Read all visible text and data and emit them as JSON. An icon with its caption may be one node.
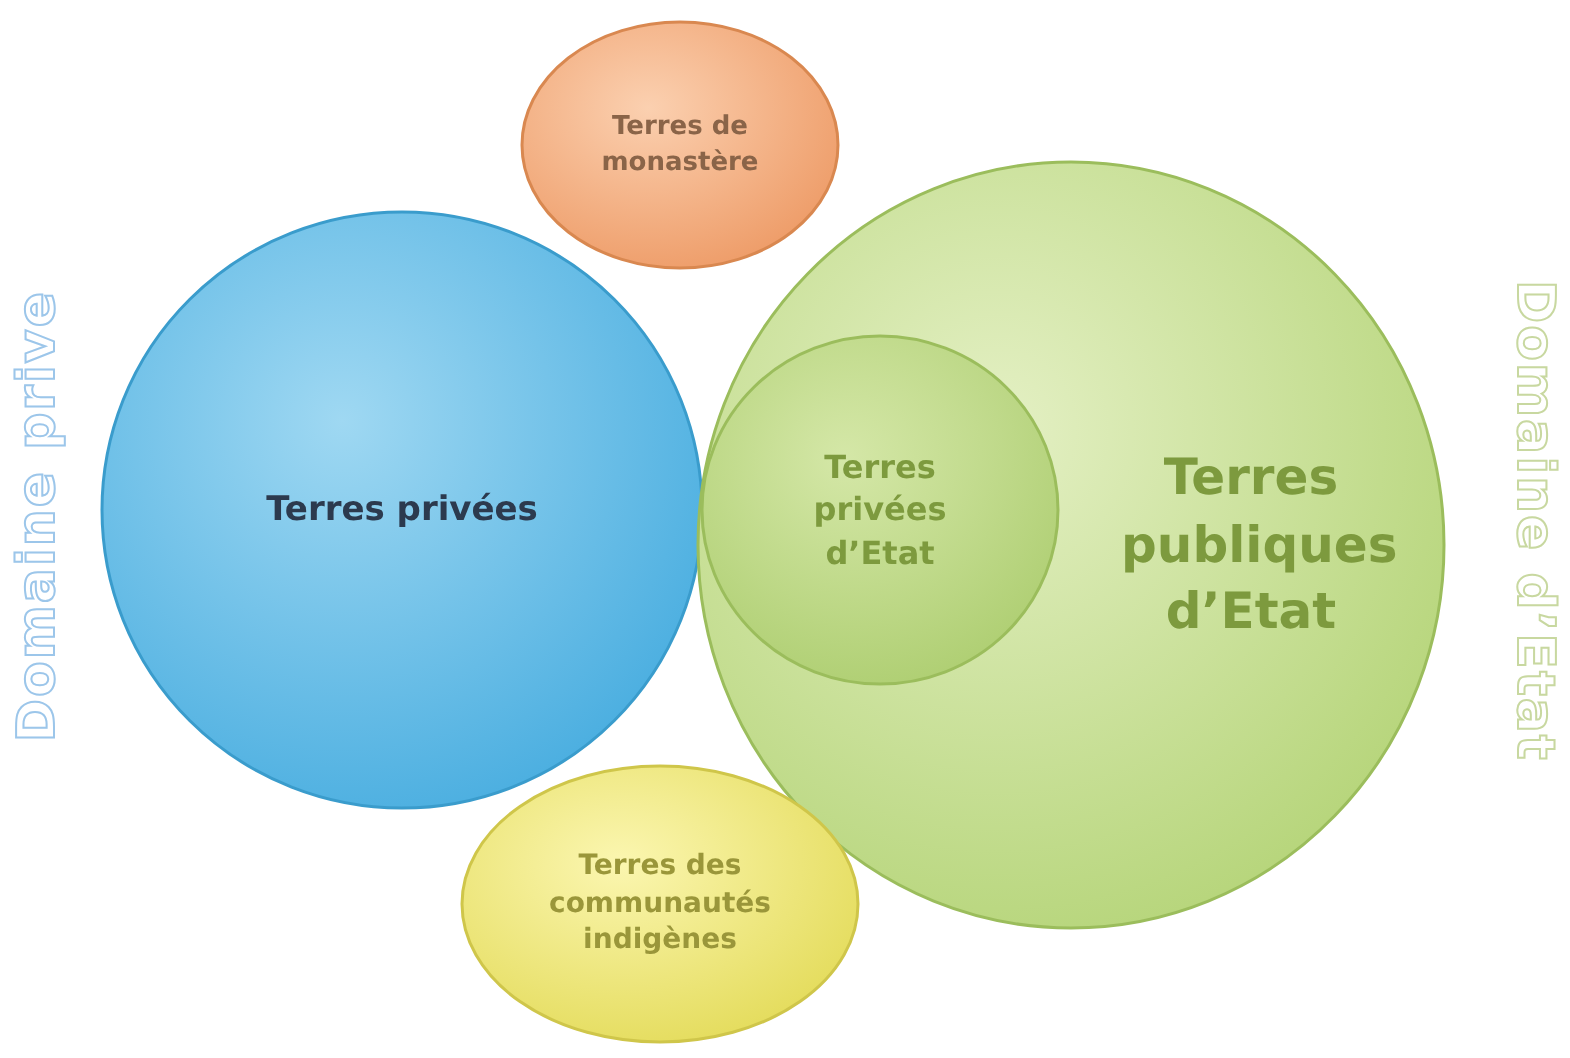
{
  "diagram": {
    "nodes": [
      {
        "text": [
          "Terres de monastère"
        ]
      },
      {
        "text": [
          "Terres privées"
        ]
      },
      {
        "text": [
          "Terres publiques d’Etat"
        ]
      },
      {
        "text": [
          "Terres privées d’Etat"
        ],
        "in": 2
      },
      {
        "text": [
          "Terres des communautés indigènes"
        ]
      }
    ],
    "labels": [
      "Domaine prive",
      "Domaine d’Etat"
    ]
  }
}
